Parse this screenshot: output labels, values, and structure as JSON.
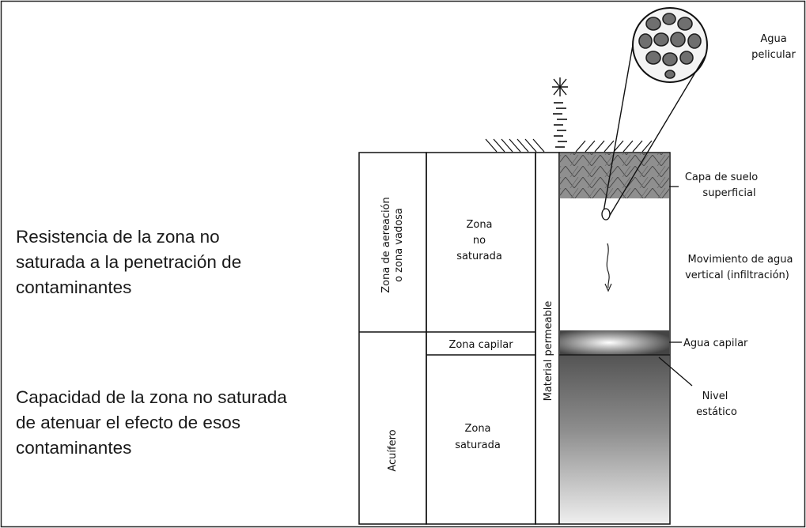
{
  "left_notes": {
    "resistance": [
      "Resistencia de la zona no",
      "saturada a la penetración de",
      "contaminantes"
    ],
    "capacity": [
      "Capacidad de la zona no saturada",
      "de atenuar el efecto de esos",
      "contaminantes"
    ]
  },
  "diagram": {
    "col1_top": [
      "Zona de aereación",
      "o zona vadosa"
    ],
    "col1_bottom": "Acuífero",
    "col2_top": [
      "Zona",
      "no",
      "saturada"
    ],
    "col2_capillary": "Zona capilar",
    "col2_bottom": [
      "Zona",
      "saturada"
    ],
    "col3_label": "Material permeable",
    "labels": {
      "film_water": [
        "Agua",
        "pelicular"
      ],
      "topsoil": [
        "Capa de suelo",
        "superficial"
      ],
      "infiltration": [
        "Movimiento de agua",
        "vertical (infiltración)"
      ],
      "capillary_water": "Agua capilar",
      "static_level": [
        "Nivel",
        "estático"
      ]
    }
  }
}
